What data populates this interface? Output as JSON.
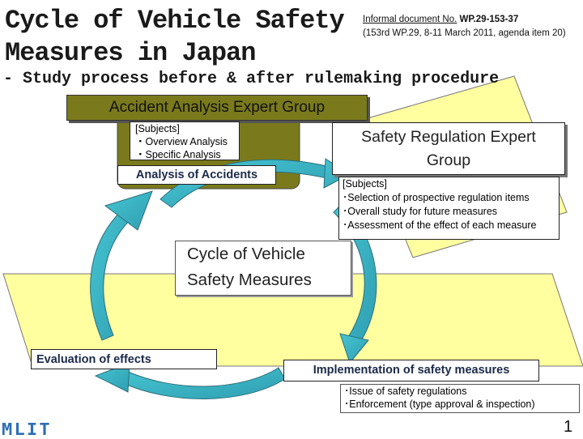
{
  "title_line1": "Cycle of Vehicle Safety",
  "title_line2": "Measures in Japan",
  "subtitle": "- Study process before & after rulemaking procedure",
  "doc_ref": {
    "prefix": "Informal document No.",
    "number": "WP.29-153-37",
    "session": "(153rd WP.29, 8-11 March 2011, agenda item 20)"
  },
  "accident_group": {
    "title": "Accident Analysis Expert Group",
    "subjects_heading": "[Subjects]",
    "subjects": [
      "・Overview Analysis",
      "・Specific Analysis"
    ],
    "label": "Analysis of Accidents"
  },
  "safety_group": {
    "title_line1": "Safety Regulation Expert",
    "title_line2": "Group",
    "subjects_heading": "[Subjects]",
    "subjects": [
      "･Selection of prospective regulation items",
      "･Overall study for future measures",
      "･Assessment of the effect of each measure"
    ]
  },
  "cycle": {
    "line1": "Cycle of Vehicle",
    "line2": "Safety Measures"
  },
  "evaluation": {
    "label": "Evaluation of effects"
  },
  "implementation": {
    "label": "Implementation of safety measures",
    "items": [
      "･Issue of safety regulations",
      "･Enforcement (type approval & inspection)"
    ]
  },
  "logo_text": "MLIT",
  "page_number": "1",
  "colors": {
    "accident_bar": "#7a7a1c",
    "panel_fill": "#ffffa0",
    "cycle_arrow": "#3fb8c8",
    "label_text": "#1b2a4a",
    "logo": "#2e6fb5"
  }
}
